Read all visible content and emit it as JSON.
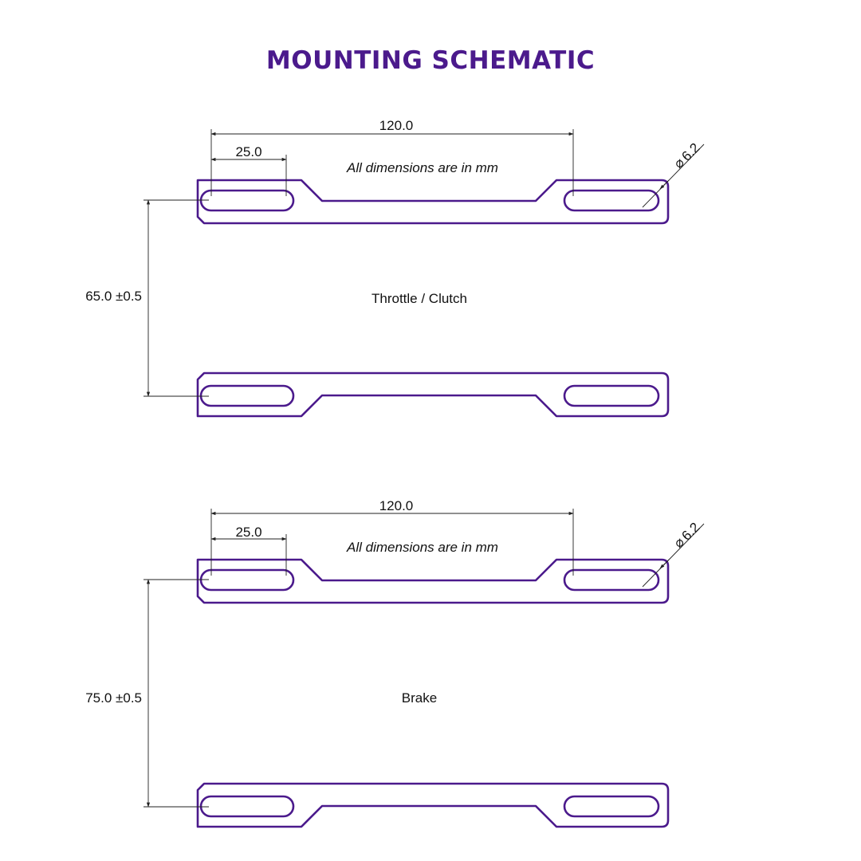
{
  "title": "MOUNTING SCHEMATIC",
  "colors": {
    "accent": "#4b1a8c",
    "line": "#222222"
  },
  "diagrams": [
    {
      "id": "throttle-clutch",
      "label": "Throttle / Clutch",
      "note": "All dimensions are in mm",
      "hole_spacing": "120.0",
      "slot_length": "25.0",
      "hole_diameter": "6.2",
      "mount_spacing": "65.0 ±0.5"
    },
    {
      "id": "brake",
      "label": "Brake",
      "note": "All dimensions are in mm",
      "hole_spacing": "120.0",
      "slot_length": "25.0",
      "hole_diameter": "6.2",
      "mount_spacing": "75.0 ±0.5"
    }
  ]
}
